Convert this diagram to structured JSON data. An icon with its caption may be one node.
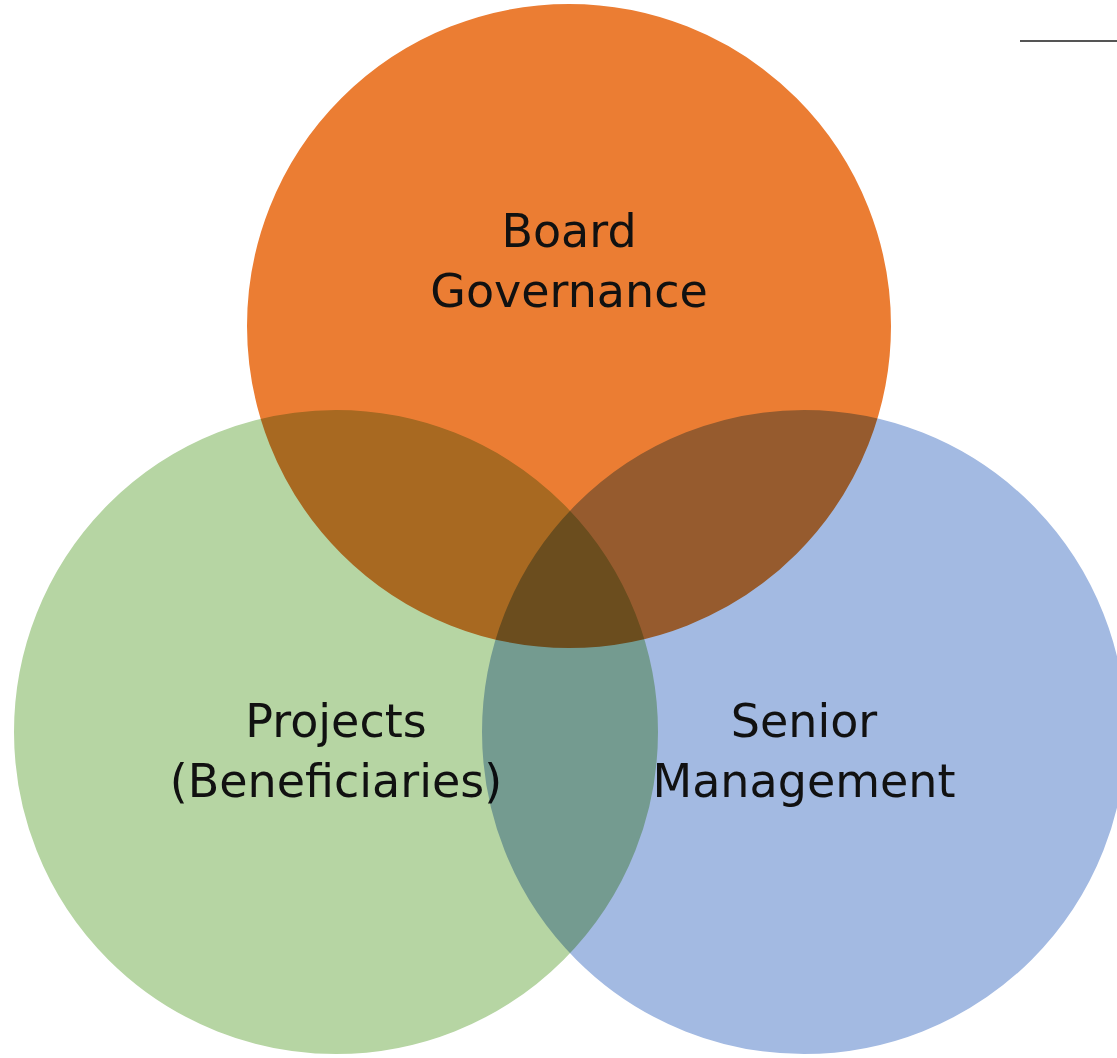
{
  "diagram": {
    "nodes": [
      {
        "text": [
          "Board Governance"
        ]
      },
      {
        "text": [
          "Projects (Beneficiaries)"
        ]
      },
      {
        "text": [
          "Senior Management"
        ]
      }
    ],
    "edges": []
  }
}
